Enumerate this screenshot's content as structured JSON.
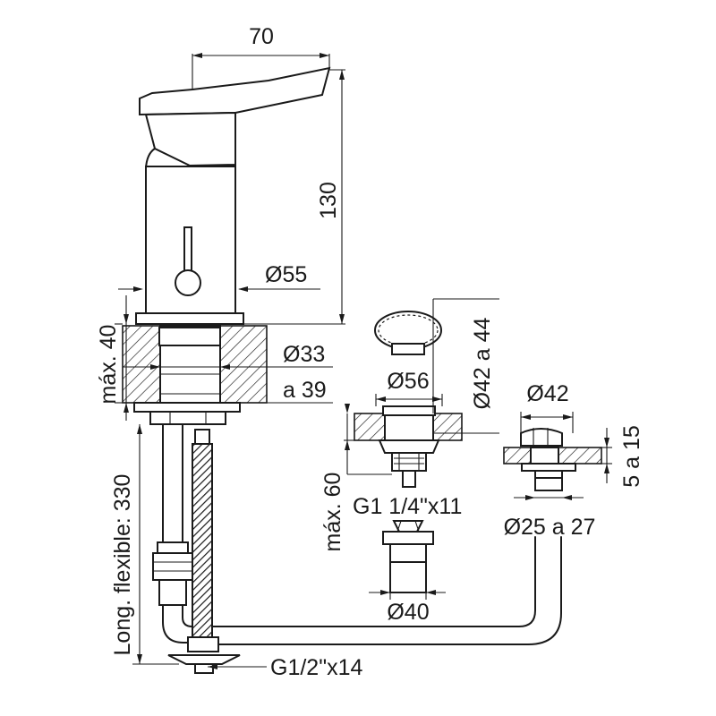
{
  "dimensions": {
    "lever_reach": "70",
    "overall_height": "130",
    "body_diameter": "Ø55",
    "max_deck_thickness": "máx. 40",
    "hole_diameter_min": "Ø33",
    "hole_diameter_max": "a 39",
    "flexible_length": "Long. flexible: 330",
    "supply_thread": "G1/2\"x14",
    "drain_top_diameter": "Ø56",
    "drain_hole_range": "Ø42 a 44",
    "drain_max_thickness": "máx. 60",
    "drain_thread": "G1 1/4\"x11",
    "drain_body_diameter": "Ø40",
    "overflow_diameter": "Ø42",
    "overflow_thickness": "5 a 15",
    "overflow_hole_range": "Ø25 a 27"
  }
}
